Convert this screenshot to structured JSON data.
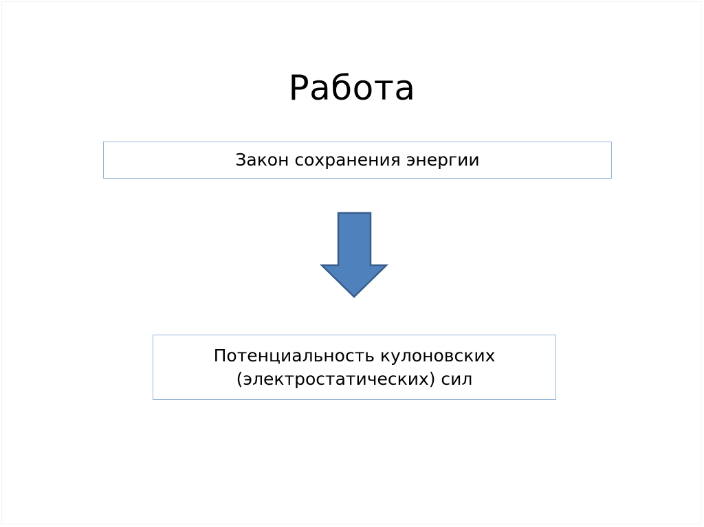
{
  "slide": {
    "title": "Работа",
    "top_box": {
      "text": "Закон сохранения энергии"
    },
    "arrow": {
      "icon": "down-arrow-icon",
      "fill": "#4f81bd",
      "stroke": "#385d8a"
    },
    "bottom_box": {
      "line1": "Потенциальность кулоновских",
      "line2": "(электростатических) сил"
    },
    "colors": {
      "box_border": "#95b3d7",
      "text": "#000000",
      "background": "#ffffff"
    }
  }
}
